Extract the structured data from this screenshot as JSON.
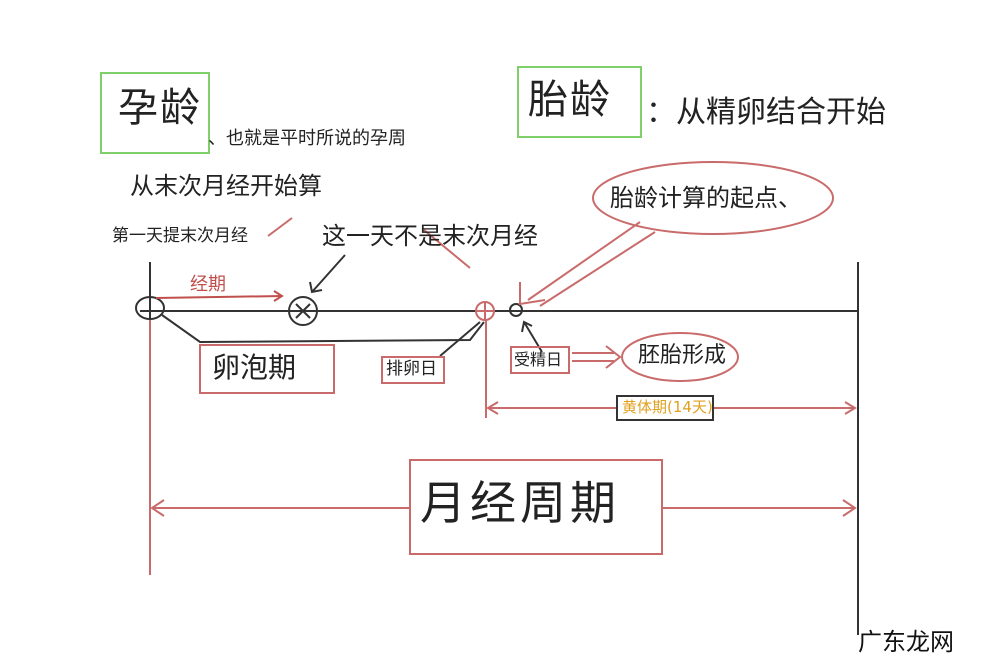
{
  "gestational_age": {
    "title": "孕龄",
    "desc_line1": "、也就是平时所说的孕周",
    "desc_line2": "从末次月经开始算"
  },
  "fetal_age": {
    "title": "胎龄",
    "desc": "：从精卵结合开始",
    "start_point_label": "胎龄计算的起点、"
  },
  "timeline": {
    "lmp_first_day": "第一天提末次月经",
    "not_lmp_note": "这一天不是末次月经",
    "period_label": "经期",
    "follicular_phase": "卵泡期",
    "ovulation_day": "排卵日",
    "fertilization_day": "受精日",
    "embryo_formed": "胚胎形成",
    "luteal_phase": "黄体期(14天)",
    "menstrual_cycle": "月经周期"
  },
  "watermark": "广东龙网",
  "colors": {
    "green_box": "#7fcf6a",
    "red_ink": "#c0504d",
    "gold_ink": "#e0a020",
    "black_ink": "#222222"
  }
}
